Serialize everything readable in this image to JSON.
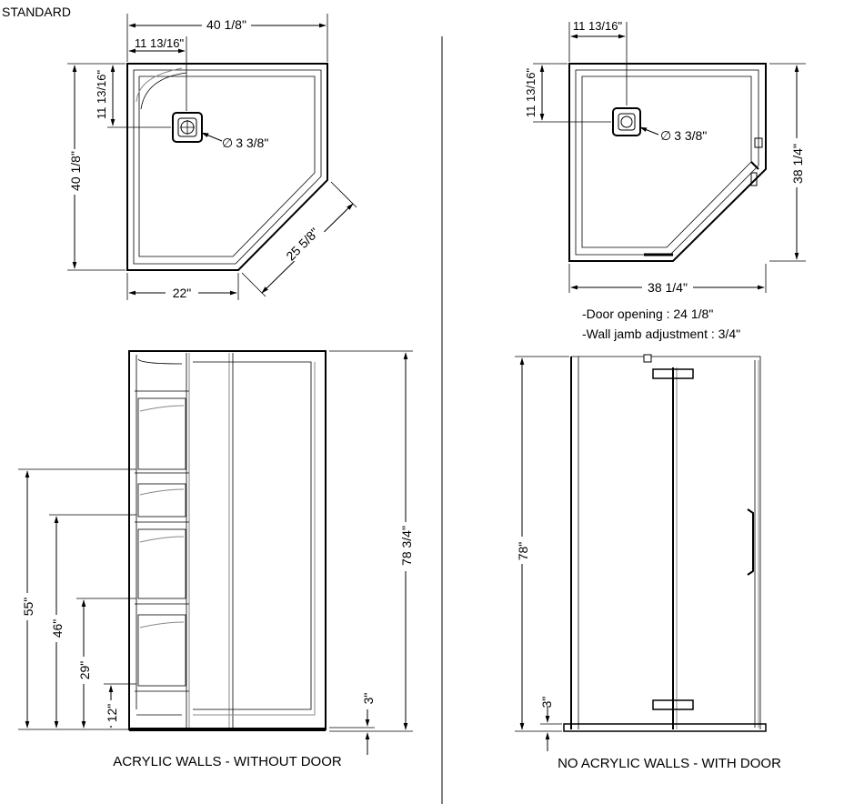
{
  "header": {
    "label": "STANDARD"
  },
  "top_left": {
    "width": "40 1/8\"",
    "drain_offset_x": "11 13/16\"",
    "drain_offset_y": "11 13/16\"",
    "depth": "40 1/8\"",
    "drain_diameter": "3 3/8\"",
    "angled_side": "25 5/8\"",
    "front_width": "22\""
  },
  "top_right": {
    "drain_offset_x": "11 13/16\"",
    "drain_offset_y": "11 13/16\"",
    "drain_diameter": "3 3/8\"",
    "depth": "38 1/4\"",
    "width": "38 1/4\"",
    "notes": [
      "-Door opening : 24 1/8\"",
      "-Wall jamb adjustment : 3/4\""
    ]
  },
  "bottom_left": {
    "h_55": "55\"",
    "h_46": "46\"",
    "h_29": "29\"",
    "h_12": "12\"",
    "total_height": "78 3/4\"",
    "base_height": "3\"",
    "caption": "ACRYLIC WALLS - WITHOUT DOOR"
  },
  "bottom_right": {
    "total_height": "78\"",
    "base_height": "3\"",
    "caption": "NO ACRYLIC WALLS - WITH DOOR"
  },
  "symbols": {
    "diameter": "∅"
  }
}
